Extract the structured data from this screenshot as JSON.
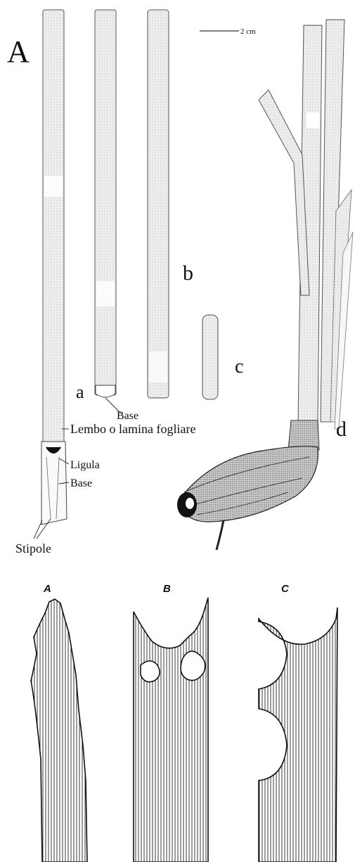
{
  "figure_top": {
    "panel_A": "A",
    "panel_a": "a",
    "panel_b": "b",
    "panel_c": "c",
    "panel_d": "d",
    "scale_bar": "2 cm",
    "annotations": {
      "base_a": "Base",
      "lembo": "Lembo o lamina fogliare",
      "ligula": "Ligula",
      "base_A": "Base",
      "stipole": "Stipole"
    }
  },
  "figure_bottom": {
    "label_A": "A",
    "label_B": "B",
    "label_C": "C"
  }
}
